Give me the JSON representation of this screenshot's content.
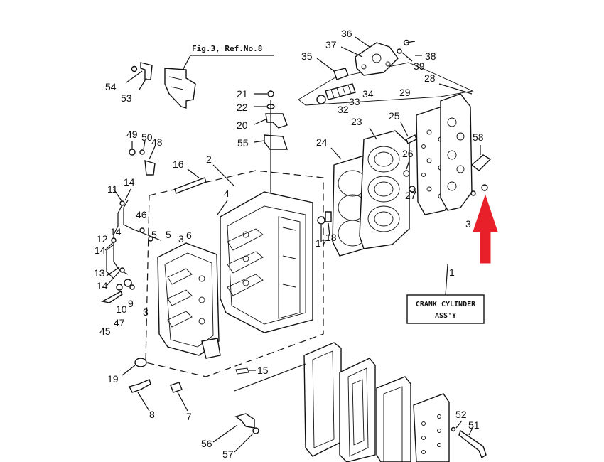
{
  "diagram": {
    "reference": "Fig.3, Ref.No.8",
    "assembly_box": {
      "line1": "CRANK CYLINDER",
      "line2": "ASS'Y"
    },
    "part_numbers": [
      "1",
      "2",
      "3",
      "4",
      "5",
      "6",
      "7",
      "8",
      "9",
      "10",
      "11",
      "12",
      "13",
      "14",
      "15",
      "16",
      "17",
      "18",
      "19",
      "20",
      "21",
      "22",
      "23",
      "24",
      "25",
      "26",
      "27",
      "28",
      "29",
      "32",
      "33",
      "34",
      "35",
      "36",
      "37",
      "38",
      "39",
      "45",
      "46",
      "47",
      "48",
      "49",
      "50",
      "51",
      "52",
      "53",
      "54",
      "55",
      "56",
      "57",
      "58"
    ],
    "labels": {
      "n1": "1",
      "n2": "2",
      "n3a": "3",
      "n3b": "3",
      "n3c": "3",
      "n4": "4",
      "n5a": "5",
      "n5b": "5",
      "n6": "6",
      "n7": "7",
      "n8": "8",
      "n9": "9",
      "n10": "10",
      "n11": "11",
      "n12": "12",
      "n13": "13",
      "n14a": "14",
      "n14b": "14",
      "n14c": "14",
      "n14d": "14",
      "n15": "15",
      "n16": "16",
      "n17": "17",
      "n18": "18",
      "n19": "19",
      "n20": "20",
      "n21": "21",
      "n22": "22",
      "n23": "23",
      "n24": "24",
      "n25": "25",
      "n26": "26",
      "n27": "27",
      "n28": "28",
      "n29": "29",
      "n32": "32",
      "n33": "33",
      "n34": "34",
      "n35": "35",
      "n36": "36",
      "n37": "37",
      "n38": "38",
      "n39": "39",
      "n45": "45",
      "n46": "46",
      "n47": "47",
      "n48": "48",
      "n49": "49",
      "n50": "50",
      "n51": "51",
      "n52": "52",
      "n53": "53",
      "n54": "54",
      "n55": "55",
      "n56": "56",
      "n57": "57",
      "n58": "58"
    },
    "highlight_arrow": {
      "color": "#e8202a",
      "direction": "up"
    }
  }
}
